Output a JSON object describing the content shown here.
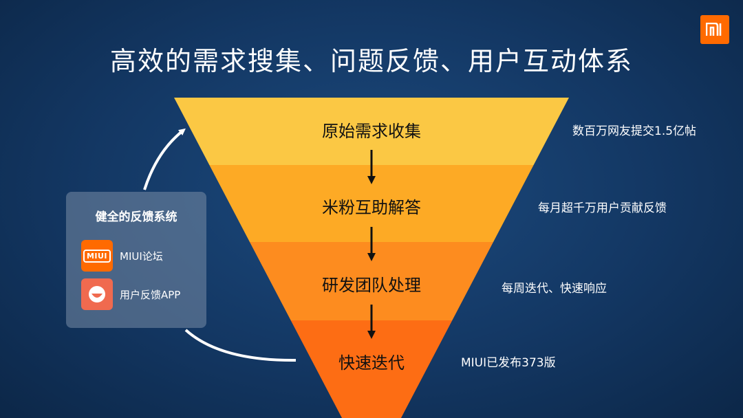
{
  "title": "高效的需求搜集、问题反馈、用户互动体系",
  "brand": {
    "logo_text": "mi",
    "logo_color": "#ff6a00"
  },
  "funnel": {
    "stages": [
      {
        "label": "原始需求收集",
        "description": "数百万网友提交1.5亿帖",
        "color": "#fbc844"
      },
      {
        "label": "米粉互助解答",
        "description": "每月超千万用户贡献反馈",
        "color": "#fdaa25"
      },
      {
        "label": "研发团队处理",
        "description": "每周迭代、快速响应",
        "color": "#fd8c1f"
      },
      {
        "label": "快速迭代",
        "description": "MIUI已发布373版",
        "color": "#fd6d14"
      }
    ]
  },
  "feedback_panel": {
    "title": "健全的反馈系统",
    "items": [
      {
        "label": "MIUI论坛",
        "icon": "miui-forum-icon",
        "icon_text": "MIUI"
      },
      {
        "label": "用户反馈APP",
        "icon": "feedback-app-icon"
      }
    ]
  }
}
